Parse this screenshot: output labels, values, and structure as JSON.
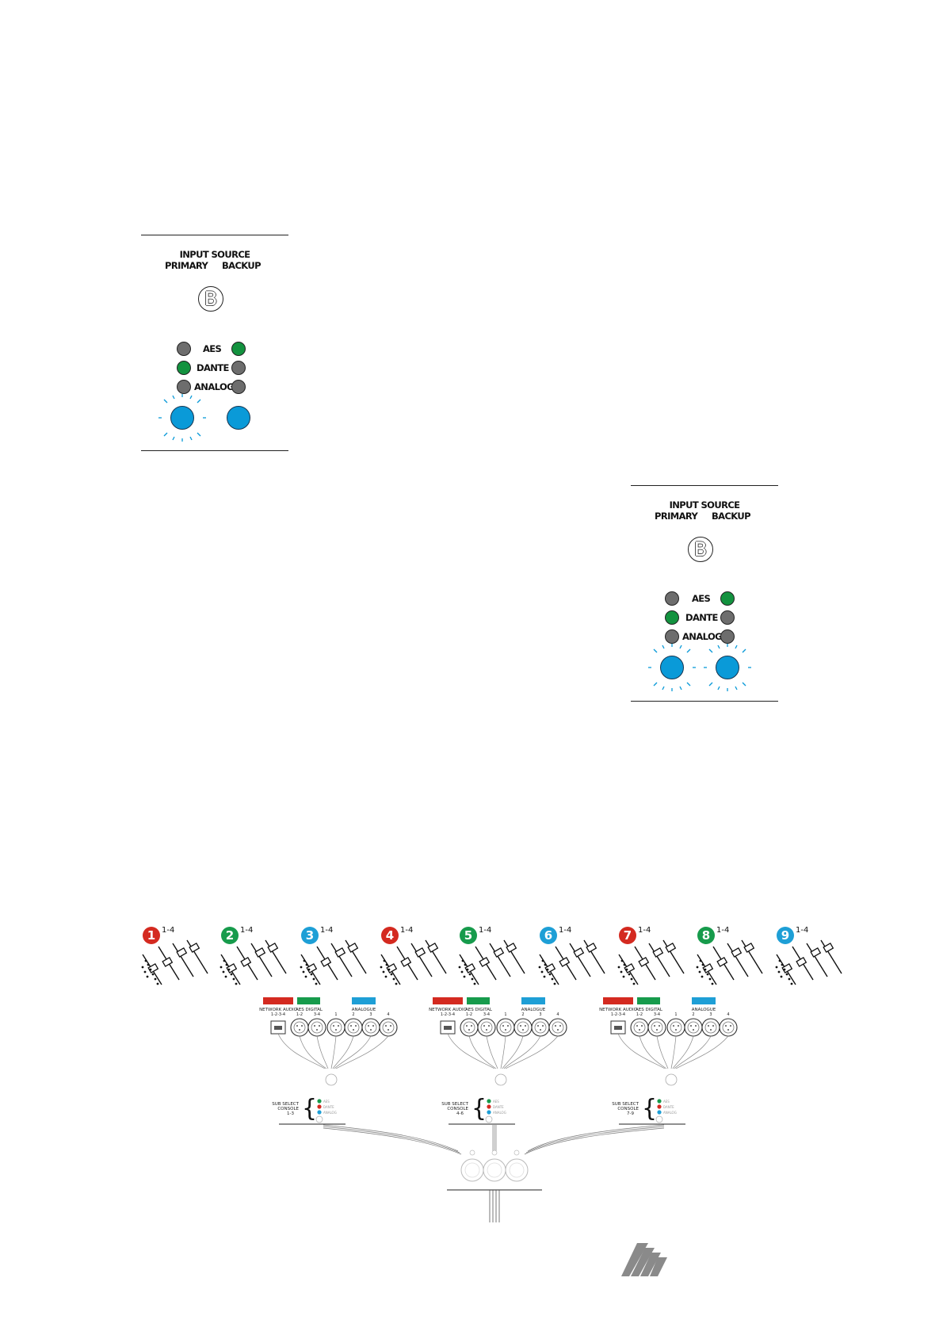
{
  "panels": [
    {
      "title": "INPUT SOURCE",
      "primary_label": "PRIMARY",
      "backup_label": "BACKUP",
      "logo_letter": "B",
      "rows": [
        {
          "label": "AES",
          "primary": "off",
          "backup": "on"
        },
        {
          "label": "DANTE",
          "primary": "on",
          "backup": "off"
        },
        {
          "label": "ANALOG",
          "primary": "off",
          "backup": "off"
        }
      ],
      "primary_button_lit": true,
      "backup_button_lit": false
    },
    {
      "title": "INPUT SOURCE",
      "primary_label": "PRIMARY",
      "backup_label": "BACKUP",
      "logo_letter": "B",
      "rows": [
        {
          "label": "AES",
          "primary": "off",
          "backup": "on"
        },
        {
          "label": "DANTE",
          "primary": "on",
          "backup": "off"
        },
        {
          "label": "ANALOG",
          "primary": "off",
          "backup": "off"
        }
      ],
      "primary_button_lit": true,
      "backup_button_lit": true
    }
  ],
  "consoles": [
    {
      "number": "1",
      "channels": "1-4",
      "color": "#d42a20"
    },
    {
      "number": "2",
      "channels": "1-4",
      "color": "#179b4c"
    },
    {
      "number": "3",
      "channels": "1-4",
      "color": "#1e9fd6"
    },
    {
      "number": "4",
      "channels": "1-4",
      "color": "#d42a20"
    },
    {
      "number": "5",
      "channels": "1-4",
      "color": "#179b4c"
    },
    {
      "number": "6",
      "channels": "1-4",
      "color": "#1e9fd6"
    },
    {
      "number": "7",
      "channels": "1-4",
      "color": "#d42a20"
    },
    {
      "number": "8",
      "channels": "1-4",
      "color": "#179b4c"
    },
    {
      "number": "9",
      "channels": "1-4",
      "color": "#1e9fd6"
    }
  ],
  "input_blocks": [
    {
      "network_label": "NETWORK AUDIO",
      "network_ch": "1-2-3-4",
      "aes_label": "AES DIGITAL",
      "aes_ch_a": "1-2",
      "aes_ch_b": "3-4",
      "analog_label": "ANALOGUE",
      "analog_ch": [
        "1",
        "2",
        "3",
        "4"
      ],
      "sub_select_label": "SUB SELECT",
      "console_word": "CONSOLE",
      "console_range": "1-3",
      "leds": [
        "AES",
        "DANTE",
        "ANALOG"
      ]
    },
    {
      "network_label": "NETWORK AUDIO",
      "network_ch": "1-2-3-4",
      "aes_label": "AES DIGITAL",
      "aes_ch_a": "1-2",
      "aes_ch_b": "3-4",
      "analog_label": "ANALOGUE",
      "analog_ch": [
        "1",
        "2",
        "3",
        "4"
      ],
      "sub_select_label": "SUB SELECT",
      "console_word": "CONSOLE",
      "console_range": "4-6",
      "leds": [
        "AES",
        "DANTE",
        "ANALOG"
      ]
    },
    {
      "network_label": "NETWORK AUDIO",
      "network_ch": "1-2-3-4",
      "aes_label": "AES DIGITAL",
      "aes_ch_a": "1-2",
      "aes_ch_b": "3-4",
      "analog_label": "ANALOGUE",
      "analog_ch": [
        "1",
        "2",
        "3",
        "4"
      ],
      "sub_select_label": "SUB SELECT",
      "console_word": "CONSOLE",
      "console_range": "7-9",
      "leds": [
        "AES",
        "DANTE",
        "ANALOG"
      ]
    }
  ],
  "colors": {
    "led_off": "#6d6d6d",
    "led_on": "#13923f",
    "button_blue": "#0a9ad8",
    "network_red": "#d42a20",
    "aes_green": "#179b4c",
    "analog_blue": "#1e9fd6"
  }
}
